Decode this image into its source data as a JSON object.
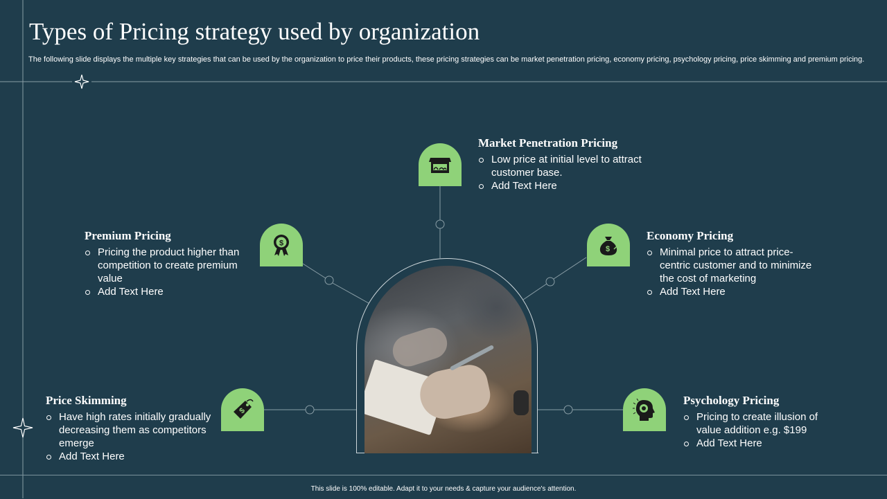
{
  "slide": {
    "title": "Types of Pricing strategy used by organization",
    "subtitle": "The following slide displays the multiple key strategies that can be used by the organization to price their products, these pricing strategies can be market penetration pricing, economy pricing, psychology pricing, price skimming and premium pricing.",
    "footer": "This slide is 100% editable. Adapt it to your needs & capture your audience's attention."
  },
  "colors": {
    "background": "#1f3d4c",
    "accent": "#8fd279",
    "line": "#8a9ea6"
  },
  "strategies": [
    {
      "title": "Market Penetration Pricing",
      "icon": "storefront-icon",
      "bullets": [
        "Low price at initial level to attract customer base.",
        "Add Text Here"
      ]
    },
    {
      "title": "Premium Pricing",
      "icon": "award-badge-dollar-icon",
      "bullets": [
        "Pricing the product higher than competition to create premium value",
        "Add Text Here"
      ]
    },
    {
      "title": "Economy Pricing",
      "icon": "money-bag-icon",
      "bullets": [
        "Minimal price to attract price-centric customer and to minimize the cost of marketing",
        "Add Text Here"
      ]
    },
    {
      "title": "Price Skimming",
      "icon": "price-tag-icon",
      "bullets": [
        "Have high rates initially gradually decreasing them as competitors emerge",
        "Add Text Here"
      ]
    },
    {
      "title": "Psychology Pricing",
      "icon": "head-gear-icon",
      "bullets": [
        "Pricing to create illusion of value addition e.g. $199",
        "Add Text Here"
      ]
    }
  ]
}
